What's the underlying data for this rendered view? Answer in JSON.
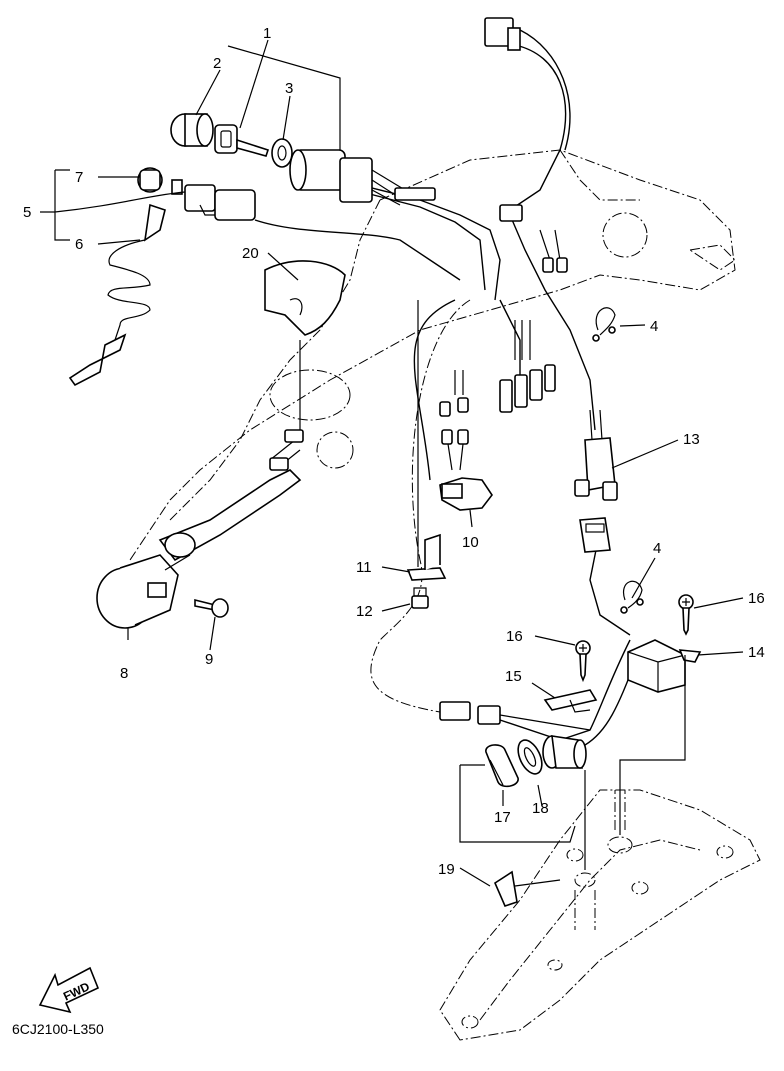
{
  "callouts": {
    "c1": "1",
    "c2": "2",
    "c3": "3",
    "c4a": "4",
    "c4b": "4",
    "c5": "5",
    "c6": "6",
    "c7": "7",
    "c8": "8",
    "c9": "9",
    "c10": "10",
    "c11": "11",
    "c12": "12",
    "c13": "13",
    "c14": "14",
    "c15": "15",
    "c16a": "16",
    "c16b": "16",
    "c17": "17",
    "c18": "18",
    "c19": "19",
    "c20": "20"
  },
  "fwd_label": "FWD",
  "diagram_code": "6CJ2100-L350"
}
